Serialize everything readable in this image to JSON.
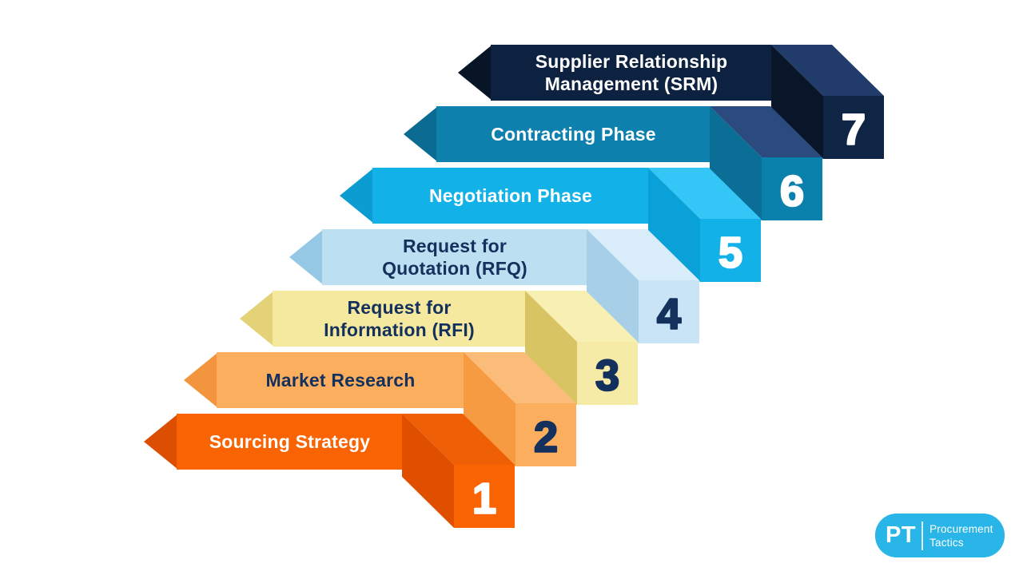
{
  "background_color": "#FFFFFF",
  "diagram": {
    "steps": [
      {
        "id": "sourcing-strategy",
        "number": "1",
        "label_lines": [
          "Sourcing Strategy"
        ],
        "band_color": "#F96302",
        "arrow_color": "#DC4F03",
        "top_face_color": "#EF5F05",
        "side_face_color": "#E04F00",
        "block_color": "#F96302",
        "label_color": "#FFFFFF",
        "number_color": "#FFFFFF"
      },
      {
        "id": "market-research",
        "number": "2",
        "label_lines": [
          "Market Research"
        ],
        "band_color": "#FBAE5D",
        "arrow_color": "#F2953E",
        "top_face_color": "#FBBC79",
        "side_face_color": "#F79B43",
        "block_color": "#FBAE5D",
        "label_color": "#14305C",
        "number_color": "#14305C"
      },
      {
        "id": "request-for-information-rfi",
        "number": "3",
        "label_lines": [
          "Request for",
          "Information (RFI)"
        ],
        "band_color": "#F5E9A0",
        "arrow_color": "#E4D279",
        "top_face_color": "#F8EFB2",
        "side_face_color": "#D9C463",
        "block_color": "#F6EBA6",
        "label_color": "#14305C",
        "number_color": "#14305C"
      },
      {
        "id": "request-for-quotation-rfq",
        "number": "4",
        "label_lines": [
          "Request for",
          "Quotation (RFQ)"
        ],
        "band_color": "#BCDFF2",
        "arrow_color": "#95C8E4",
        "top_face_color": "#D8EDF9",
        "side_face_color": "#A7CFE8",
        "block_color": "#C9E4F5",
        "label_color": "#14305C",
        "number_color": "#14305C"
      },
      {
        "id": "negotiation-phase",
        "number": "5",
        "label_lines": [
          "Negotiation Phase"
        ],
        "band_color": "#12B2E8",
        "arrow_color": "#0B9CD1",
        "top_face_color": "#33C6F6",
        "side_face_color": "#0AA0D8",
        "block_color": "#12B2E8",
        "label_color": "#FFFFFF",
        "number_color": "#FFFFFF"
      },
      {
        "id": "contracting-phase",
        "number": "6",
        "label_lines": [
          "Contracting Phase"
        ],
        "band_color": "#0D80AD",
        "arrow_color": "#0A6A92",
        "top_face_color": "#2B4B7E",
        "side_face_color": "#0B6E96",
        "block_color": "#0A81AD",
        "label_color": "#FFFFFF",
        "number_color": "#FFFFFF"
      },
      {
        "id": "supplier-relationship-management-srm",
        "number": "7",
        "label_lines": [
          "Supplier Relationship",
          "Management (SRM)"
        ],
        "band_color": "#0D2240",
        "arrow_color": "#071527",
        "top_face_color": "#213C6B",
        "side_face_color": "#091528",
        "block_color": "#0E2546",
        "label_color": "#FFFFFF",
        "number_color": "#FFFFFF"
      }
    ]
  },
  "logo": {
    "abbr": "PT",
    "name_lines": [
      "Procurement",
      "Tactics"
    ],
    "bg_color": "#29B5E8",
    "text_color": "#FFFFFF"
  }
}
